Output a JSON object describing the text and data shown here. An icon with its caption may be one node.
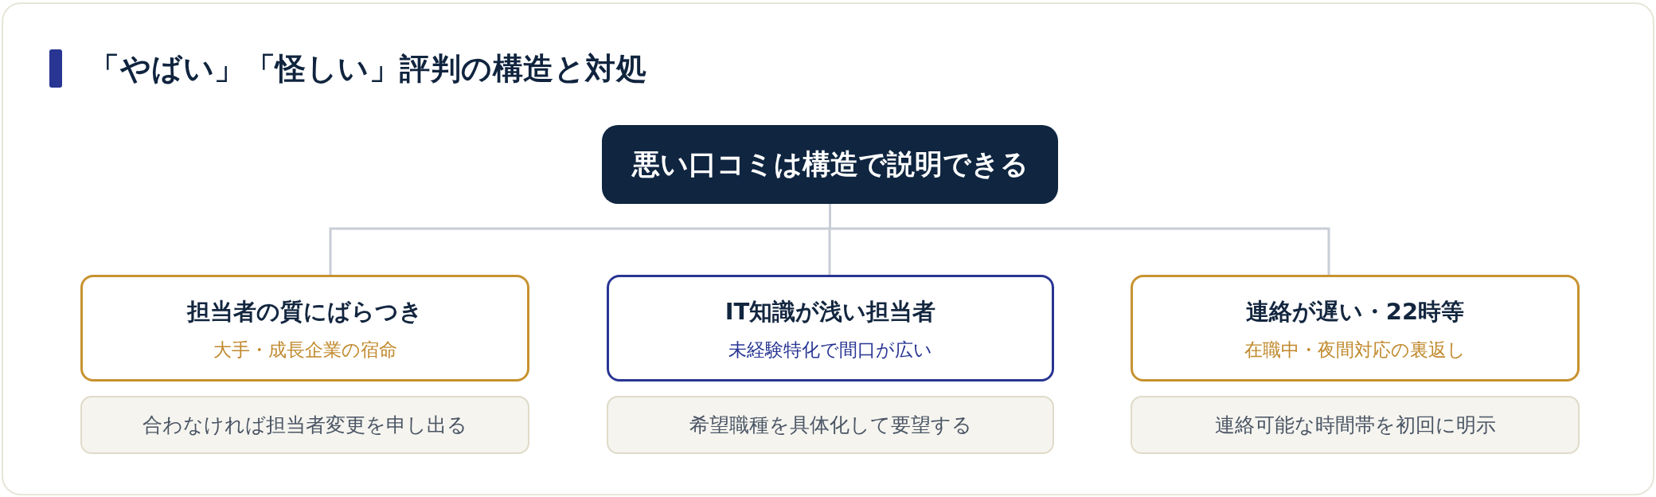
{
  "diagram": {
    "title": "「やばい」「怪しい」評判の構造と対処",
    "nodes": [
      {
        "text": [
          "悪い口コミは構造で説明できる"
        ]
      },
      {
        "text": [
          "担当者の質にばらつき",
          "大手・成長企業の宿命"
        ]
      },
      {
        "text": [
          "IT知識が浅い担当者",
          "未経験特化で間口が広い"
        ]
      },
      {
        "text": [
          "連絡が遅い・22時等",
          "在職中・夜間対応の裏返し"
        ]
      },
      {
        "text": [
          "合わなければ担当者変更を申し出る"
        ]
      },
      {
        "text": [
          "希望職種を具体化して要望する"
        ]
      },
      {
        "text": [
          "連絡可能な時間帯を初回に明示"
        ]
      }
    ],
    "edges": [
      {
        "from": 0,
        "to": 1,
        "arrow": "none"
      },
      {
        "from": 0,
        "to": 2,
        "arrow": "none"
      },
      {
        "from": 0,
        "to": 3,
        "arrow": "none"
      }
    ]
  }
}
